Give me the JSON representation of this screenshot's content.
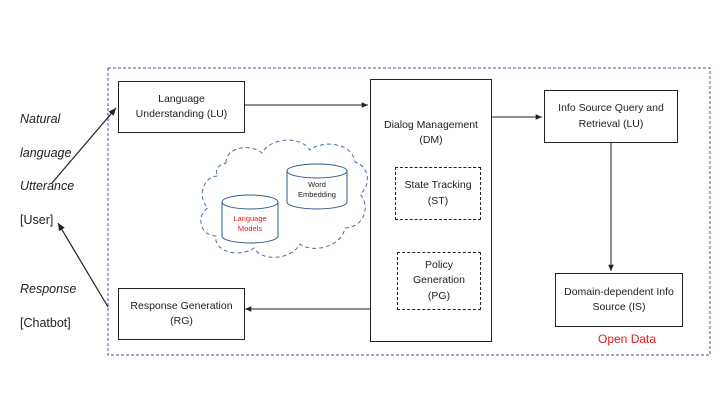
{
  "user_side": {
    "input_line1": "Natural",
    "input_line2": "language",
    "input_line3": "Utterance",
    "input_line4": "[User]",
    "output_line1": "Response",
    "output_line2": "[Chatbot]"
  },
  "nodes": {
    "lu": "Language\nUnderstanding (LU)",
    "dm_title": "Dialog Management\n(DM)",
    "st": "State Tracking\n(ST)",
    "pg": "Policy\nGeneration\n(PG)",
    "rg": "Response Generation\n(RG)",
    "isq": "Info Source Query and\nRetrieval (LU)",
    "is": "Domain-dependent Info\nSource (IS)"
  },
  "cloud": {
    "word_embedding": "Word\nEmbedding",
    "language_models": "Language\nModels"
  },
  "open_data": "Open Data",
  "colors": {
    "line": "#222222",
    "system_border": "#3d5a99",
    "cloud_stroke": "#4a6fa5",
    "cylinder_stroke": "#2e5a8a",
    "highlight_red": "#e31b1b"
  }
}
